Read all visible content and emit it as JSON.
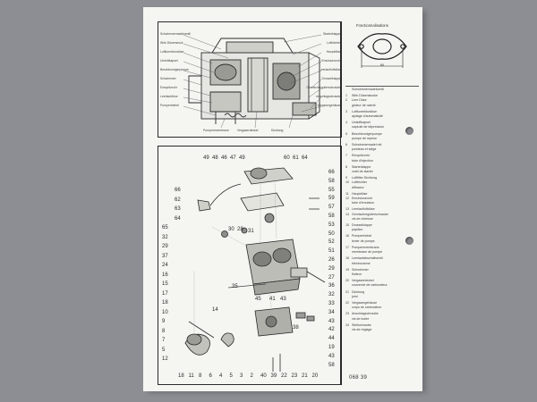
{
  "legend": {
    "title": "Fonctionnalisations",
    "dimension": "60",
    "entries": [
      {
        "num": "",
        "text": "Schwimmernadelventil"
      },
      {
        "num": "1",
        "text": "Wirk Düsenstocke"
      },
      {
        "num": "2",
        "text": "Leer Düse"
      },
      {
        "num": "",
        "text": "gicleur de ralenti"
      },
      {
        "num": "3",
        "text": "Luftkorrekturdüse"
      },
      {
        "num": "",
        "text": "ajutage d'automaticité"
      },
      {
        "num": "4",
        "text": "Umluftkapsel"
      },
      {
        "num": "",
        "text": "capsule de dépression"
      },
      {
        "num": "5",
        "text": "Beschleunigerpumpe"
      },
      {
        "num": "",
        "text": "pompe de reprise"
      },
      {
        "num": "6",
        "text": "Schwimmernadel mit"
      },
      {
        "num": "",
        "text": "pointeau et siège"
      },
      {
        "num": "7",
        "text": "Einspritzrohr"
      },
      {
        "num": "",
        "text": "tube d'injection"
      },
      {
        "num": "8",
        "text": "Starterklappe"
      },
      {
        "num": "",
        "text": "volet de starter"
      },
      {
        "num": "9",
        "text": "Luftfilter Dichtung"
      },
      {
        "num": "10",
        "text": "Lufttrichter"
      },
      {
        "num": "",
        "text": "diffuseur"
      },
      {
        "num": "11",
        "text": "Hauptdüse"
      },
      {
        "num": "12",
        "text": "Emulsionsrohr"
      },
      {
        "num": "",
        "text": "tube d'émulsion"
      },
      {
        "num": "13",
        "text": "Leerlaufluftdüse"
      },
      {
        "num": "14",
        "text": "Gemischregulierschraube"
      },
      {
        "num": "",
        "text": "vis de richesse"
      },
      {
        "num": "15",
        "text": "Drosselklappe"
      },
      {
        "num": "",
        "text": "papillon"
      },
      {
        "num": "16",
        "text": "Pumpenhebel"
      },
      {
        "num": "",
        "text": "levier de pompe"
      },
      {
        "num": "17",
        "text": "Pumpenmembrane"
      },
      {
        "num": "",
        "text": "membrane de pompe"
      },
      {
        "num": "18",
        "text": "Leerlaufabschaltventil"
      },
      {
        "num": "",
        "text": "électrovanne"
      },
      {
        "num": "19",
        "text": "Schwimmer"
      },
      {
        "num": "",
        "text": "flotteur"
      },
      {
        "num": "20",
        "text": "Vergaserdeckel"
      },
      {
        "num": "",
        "text": "couvercle de carburateur"
      },
      {
        "num": "21",
        "text": "Dichtung"
      },
      {
        "num": "",
        "text": "joint"
      },
      {
        "num": "22",
        "text": "Vergasergehäuse"
      },
      {
        "num": "",
        "text": "corps de carburateur"
      },
      {
        "num": "23",
        "text": "Anschlagschraube"
      },
      {
        "num": "",
        "text": "vis de butée"
      },
      {
        "num": "24",
        "text": "Stellschraube"
      },
      {
        "num": "",
        "text": "vis de réglage"
      }
    ]
  },
  "footer": {
    "doc_code": "068 39"
  },
  "top_diagram": {
    "callouts_left": [
      "Schwimmernadelventil",
      "Wirk Düsenstock",
      "Luftkorrekturdüse",
      "Umluftkapsel",
      "Beschleunigerpumpe",
      "Schwimmer",
      "Einspritzrohr",
      "Leerlaufdüse",
      "Pumpenhebel"
    ],
    "callouts_right": [
      "Starterklappe",
      "Lufttrichter",
      "Hauptdüse",
      "Emulsionsrohr",
      "Leerlaufluftdüse",
      "Drosselklappe",
      "Gemischregulierschraube",
      "Anschlagschraube",
      "Vergasergehäuse"
    ],
    "callouts_bottom": [
      "Pumpenmembrane",
      "Vergaserdeckel",
      "Dichtung"
    ]
  },
  "exploded_view": {
    "top_row": [
      "49",
      "48",
      "46",
      "47",
      "49",
      "60",
      "61",
      "64"
    ],
    "right_col": [
      "66",
      "58",
      "55",
      "59",
      "57",
      "58",
      "53",
      "50",
      "52",
      "51",
      "26",
      "29",
      "27",
      "36",
      "32",
      "33",
      "34",
      "43",
      "42",
      "44",
      "19",
      "43",
      "58"
    ],
    "left_col": [
      "66",
      "62",
      "63",
      "64",
      "65",
      "32",
      "29",
      "37",
      "24",
      "16",
      "15",
      "17",
      "18",
      "10",
      "9",
      "8",
      "7",
      "5",
      "12"
    ],
    "bottom_row": [
      "18",
      "11",
      "8",
      "6",
      "4",
      "5",
      "3",
      "2",
      "40",
      "39",
      "22",
      "23",
      "21",
      "20"
    ],
    "middle": [
      "30",
      "28",
      "31",
      "35",
      "45",
      "41",
      "43",
      "14",
      "38"
    ]
  }
}
